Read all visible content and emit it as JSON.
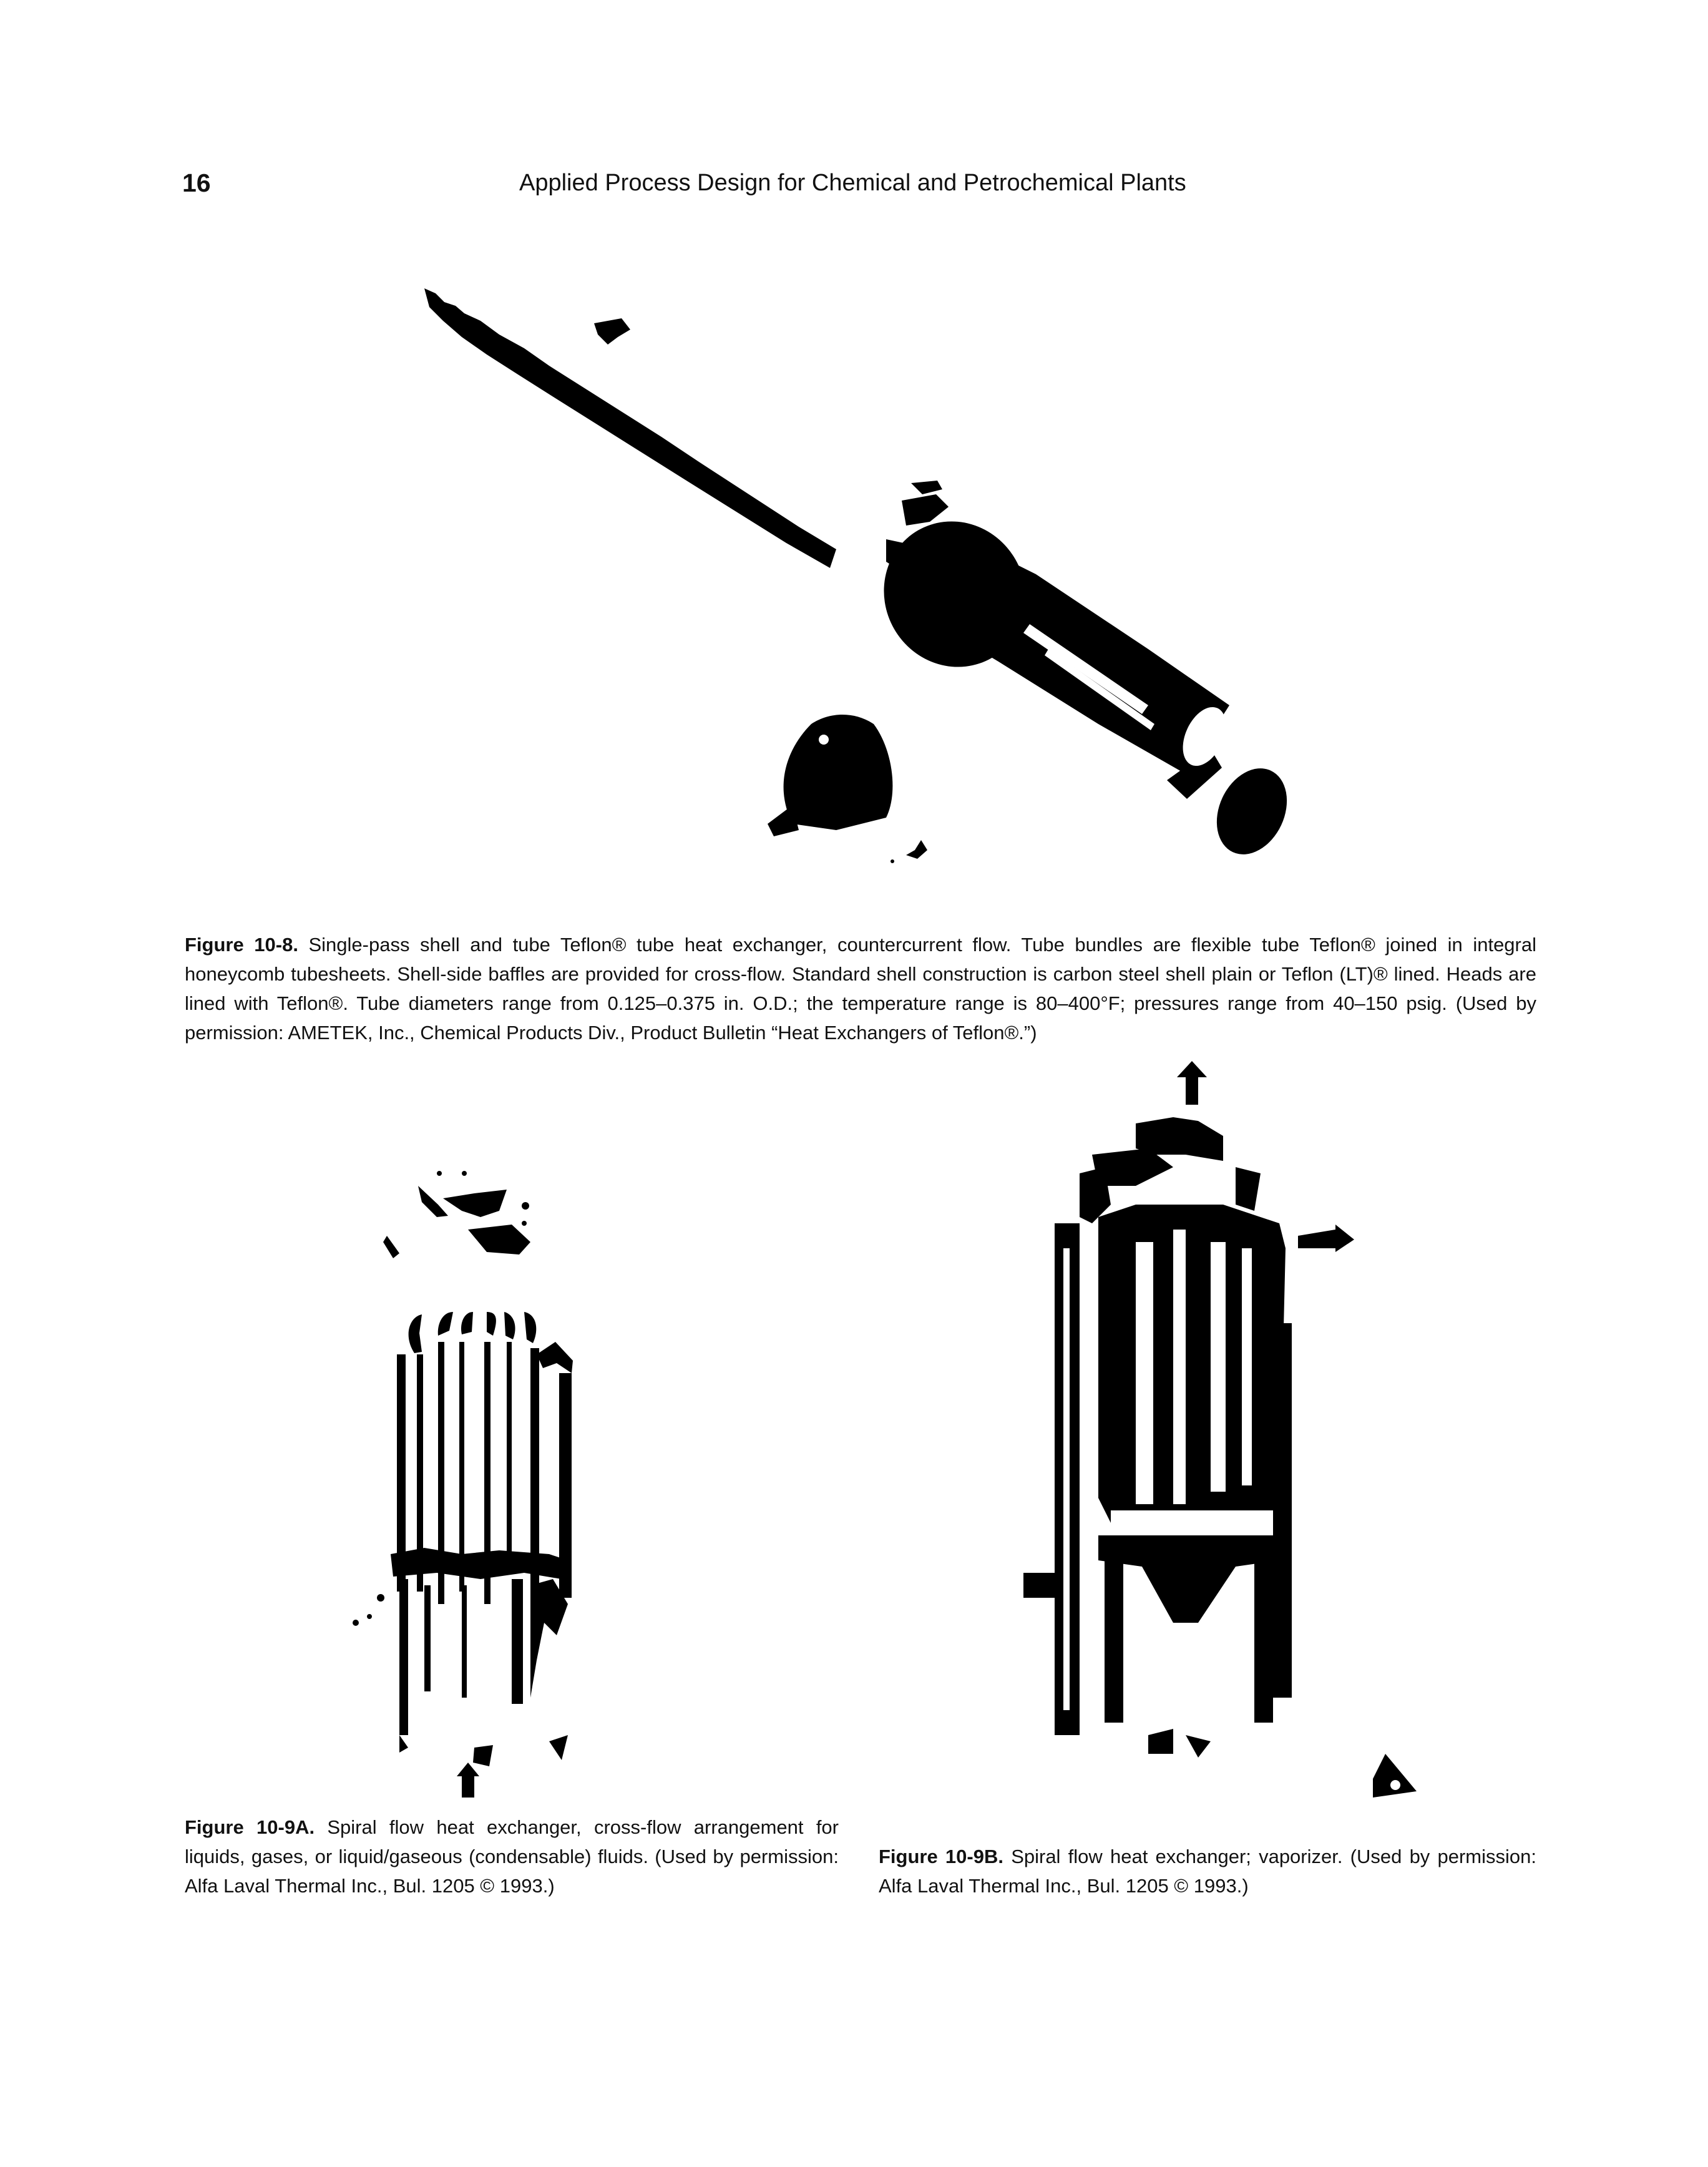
{
  "header": {
    "page_number": "16",
    "running_title": "Applied Process Design for Chemical and Petrochemical Plants"
  },
  "figures": [
    {
      "label": "Figure 10-8.",
      "caption": "Single-pass shell and tube Teflon® tube heat exchanger, countercurrent flow. Tube bundles are flexible tube Teflon® joined in integral honeycomb tubesheets. Shell-side baffles are provided for cross-flow. Standard shell construction is carbon steel shell plain or Teflon (LT)® lined. Heads are lined with Teflon®. Tube diameters range from 0.125–0.375 in. O.D.; the temperature range is 80–400°F; pressures range from 40–150 psig. (Used by permission: AMETEK, Inc., Chemical Products Div., Product Bulletin “Heat Exchangers of Teflon®.”)"
    },
    {
      "label": "Figure 10-9A.",
      "caption": "Spiral flow heat exchanger, cross-flow arrangement for liquids, gases, or liquid/gaseous (condensable) fluids. (Used by permission: Alfa Laval Thermal Inc., Bul. 1205 © 1993.)"
    },
    {
      "label": "Figure 10-9B.",
      "caption": "Spiral flow heat exchanger; vaporizer. (Used by permission: Alfa Laval Thermal Inc., Bul. 1205 © 1993.)"
    }
  ]
}
